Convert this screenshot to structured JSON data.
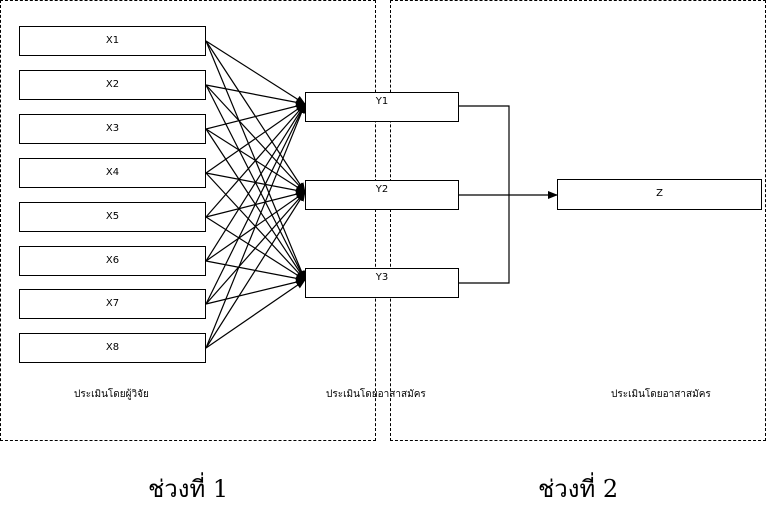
{
  "inputs": [
    "X1",
    "X2",
    "X3",
    "X4",
    "X5",
    "X6",
    "X7",
    "X8"
  ],
  "middle": [
    "Y1",
    "Y2",
    "Y3"
  ],
  "output": "Z",
  "captions": {
    "researcher": "ประเมินโดยผู้วิจัย",
    "volunteer_1": "ประเมินโดยอาสาสมัคร",
    "volunteer_2": "ประเมินโดยอาสาสมัคร"
  },
  "phases": {
    "phase_1": "ช่วงที่ 1",
    "phase_2": "ช่วงที่ 2"
  }
}
